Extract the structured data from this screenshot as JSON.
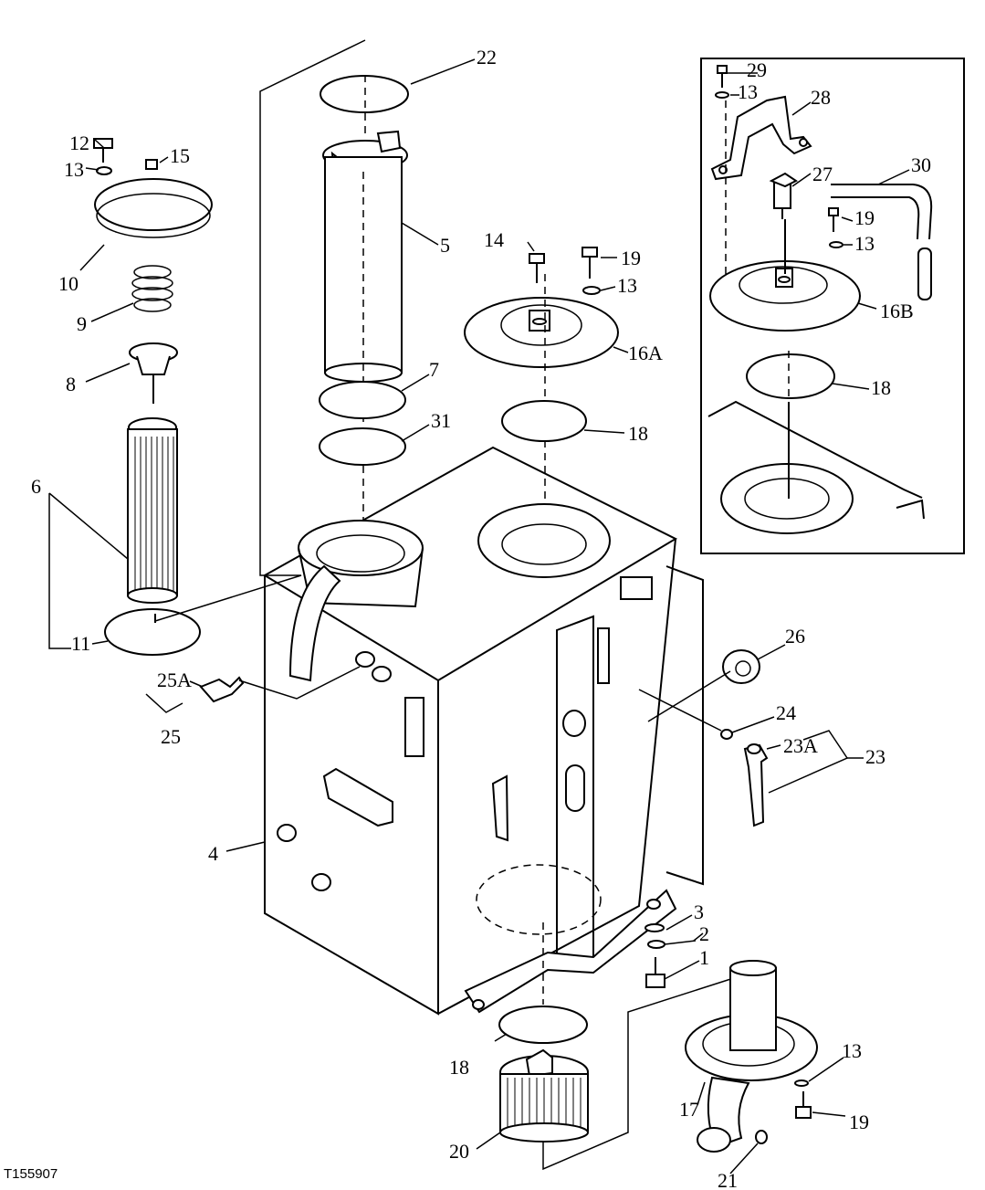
{
  "figure_id": "T155907",
  "callouts": [
    {
      "id": "c1",
      "label": "1"
    },
    {
      "id": "c2",
      "label": "2"
    },
    {
      "id": "c3",
      "label": "3"
    },
    {
      "id": "c4",
      "label": "4"
    },
    {
      "id": "c5",
      "label": "5"
    },
    {
      "id": "c6",
      "label": "6"
    },
    {
      "id": "c7",
      "label": "7"
    },
    {
      "id": "c8",
      "label": "8"
    },
    {
      "id": "c9",
      "label": "9"
    },
    {
      "id": "c10",
      "label": "10"
    },
    {
      "id": "c11",
      "label": "11"
    },
    {
      "id": "c12",
      "label": "12"
    },
    {
      "id": "c13a",
      "label": "13"
    },
    {
      "id": "c13b",
      "label": "13"
    },
    {
      "id": "c13c",
      "label": "13"
    },
    {
      "id": "c13d",
      "label": "13"
    },
    {
      "id": "c13e",
      "label": "13"
    },
    {
      "id": "c14",
      "label": "14"
    },
    {
      "id": "c15",
      "label": "15"
    },
    {
      "id": "c16a",
      "label": "16A"
    },
    {
      "id": "c16b",
      "label": "16B"
    },
    {
      "id": "c17",
      "label": "17"
    },
    {
      "id": "c18a",
      "label": "18"
    },
    {
      "id": "c18b",
      "label": "18"
    },
    {
      "id": "c18c",
      "label": "18"
    },
    {
      "id": "c19a",
      "label": "19"
    },
    {
      "id": "c19b",
      "label": "19"
    },
    {
      "id": "c19c",
      "label": "19"
    },
    {
      "id": "c20",
      "label": "20"
    },
    {
      "id": "c21",
      "label": "21"
    },
    {
      "id": "c22",
      "label": "22"
    },
    {
      "id": "c23",
      "label": "23"
    },
    {
      "id": "c23a",
      "label": "23A"
    },
    {
      "id": "c24",
      "label": "24"
    },
    {
      "id": "c25",
      "label": "25"
    },
    {
      "id": "c25a",
      "label": "25A"
    },
    {
      "id": "c26",
      "label": "26"
    },
    {
      "id": "c27",
      "label": "27"
    },
    {
      "id": "c28",
      "label": "28"
    },
    {
      "id": "c29",
      "label": "29"
    },
    {
      "id": "c30",
      "label": "30"
    },
    {
      "id": "c31",
      "label": "31"
    }
  ]
}
